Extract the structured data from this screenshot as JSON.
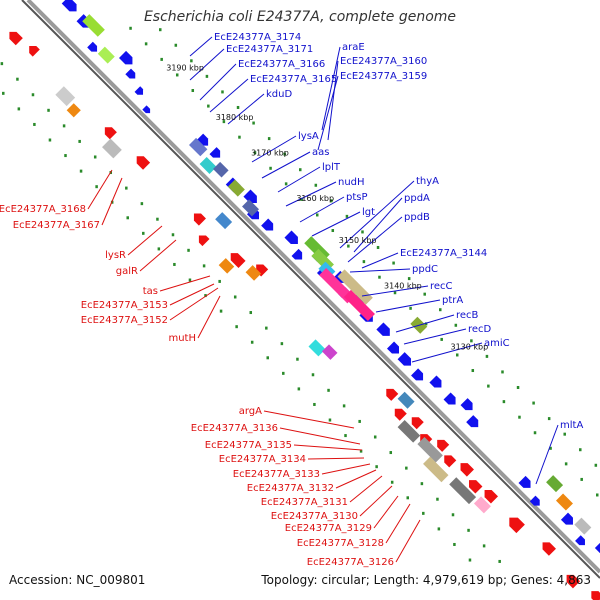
{
  "title": "Escherichia coli E24377A, complete genome",
  "footer": {
    "accession": "Accession: NC_009801",
    "summary": "Topology: circular; Length: 4,979,619 bp; Genes: 4,863"
  },
  "colors": {
    "forward_arrow": "#1111ee",
    "reverse_arrow": "#ee1111",
    "backbone": "#888888",
    "tick": "#2a8a2a",
    "label_blue": "#1111cc",
    "label_red": "#dd1111"
  },
  "kbp_labels": [
    "3190 kbp",
    "3180 kbp",
    "3170 kbp",
    "3160 kbp",
    "3150 kbp",
    "3140 kbp",
    "3130 kbp"
  ],
  "genes_right": [
    "EcE24377A_3174",
    "EcE24377A_3171",
    "EcE24377A_3166",
    "EcE24377A_3165",
    "kduD",
    "araE",
    "EcE24377A_3160",
    "EcE24377A_3159",
    "lysA",
    "aas",
    "lplT",
    "nudH",
    "ptsP",
    "lgt",
    "thyA",
    "ppdA",
    "ppdB",
    "EcE24377A_3144",
    "ppdC",
    "recC",
    "ptrA",
    "recB",
    "recD",
    "amiC",
    "mltA"
  ],
  "genes_left": [
    "EcE24377A_3168",
    "EcE24377A_3167",
    "lysR",
    "galR",
    "tas",
    "EcE24377A_3153",
    "EcE24377A_3152",
    "mutH",
    "argA",
    "EcE24377A_3136",
    "EcE24377A_3135",
    "EcE24377A_3134",
    "EcE24377A_3133",
    "EcE24377A_3132",
    "EcE24377A_3131",
    "EcE24377A_3130",
    "EcE24377A_3129",
    "EcE24377A_3128",
    "EcE24377A_3126"
  ]
}
